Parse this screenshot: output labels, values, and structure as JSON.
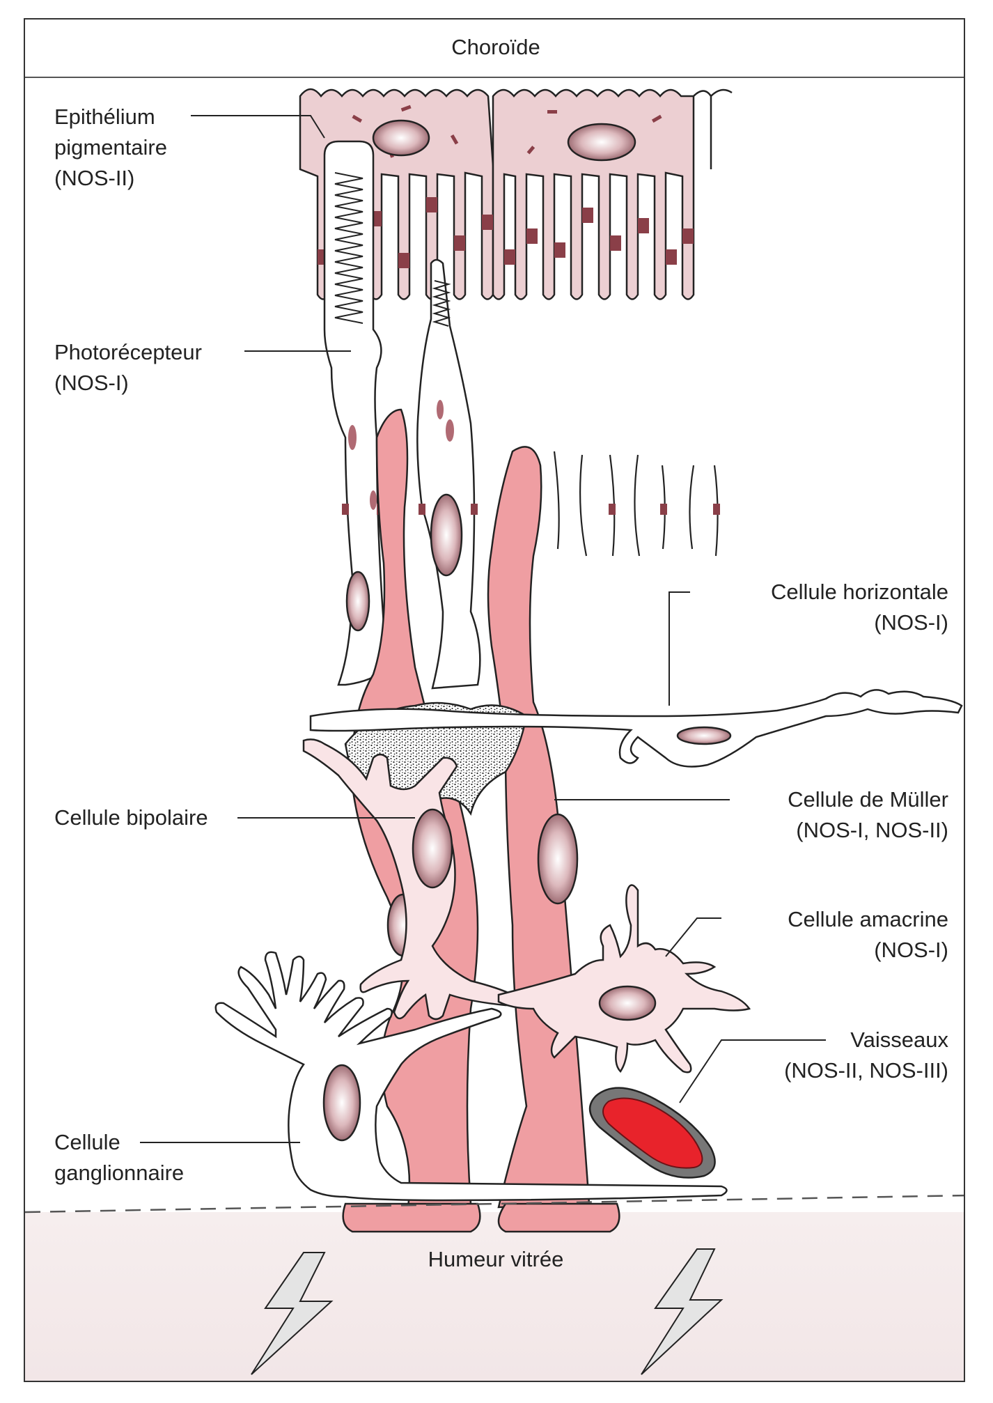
{
  "regions": {
    "top": "Choroïde",
    "bottom": "Humeur vitrée"
  },
  "labels": {
    "rpe": [
      "Epithélium",
      "pigmentaire",
      "(NOS-II)"
    ],
    "photoreceptor": [
      "Photorécepteur",
      "(NOS-I)"
    ],
    "horizontal": [
      "Cellule horizontale",
      "(NOS-I)"
    ],
    "muller": [
      "Cellule de Müller",
      "(NOS-I, NOS-II)"
    ],
    "bipolar": [
      "Cellule bipolaire"
    ],
    "amacrine": [
      "Cellule amacrine",
      "(NOS-I)"
    ],
    "vessels": [
      "Vaisseaux",
      "(NOS-II, NOS-III)"
    ],
    "ganglion": [
      "Cellule",
      "ganglionnaire"
    ]
  },
  "colors": {
    "rpe_fill": "#eccfd2",
    "pigment": "#8a3f48",
    "muller_fill": "#ef9ea2",
    "light_cell": "#f9e4e6",
    "vessel_wall": "#777777",
    "blood": "#e8232b",
    "outline": "#222222"
  },
  "icons": [
    "lightning-bolt-icon",
    "lightning-bolt-icon"
  ]
}
